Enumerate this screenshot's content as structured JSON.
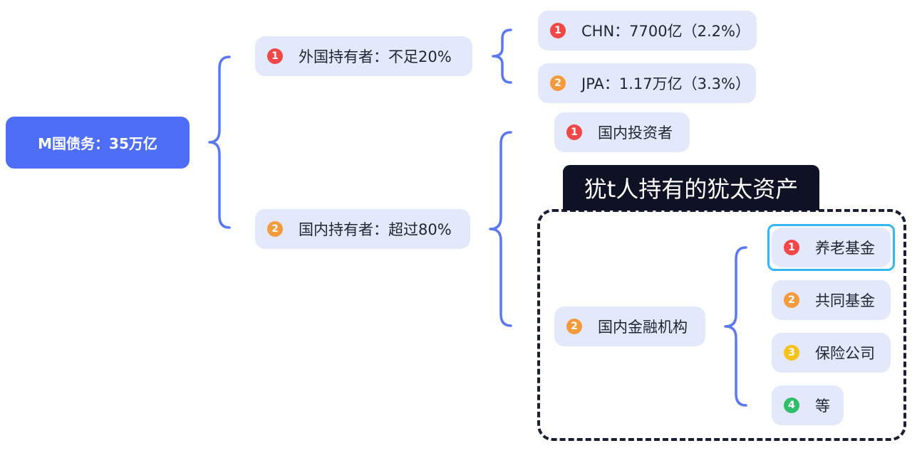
{
  "root": {
    "label": "M国债务：35万亿"
  },
  "foreign": {
    "badge": "1",
    "label": "外国持有者：不足20%",
    "children": [
      {
        "badge": "1",
        "label": "CHN：7700亿（2.2%）"
      },
      {
        "badge": "2",
        "label": "JPA：1.17万亿（3.3%）"
      }
    ]
  },
  "domestic": {
    "badge": "2",
    "label": "国内持有者：超过80%",
    "investors": {
      "badge": "1",
      "label": "国内投资者"
    },
    "institutions": {
      "badge": "2",
      "label": "国内金融机构",
      "children": [
        {
          "badge": "1",
          "label": "养老基金"
        },
        {
          "badge": "2",
          "label": "共同基金"
        },
        {
          "badge": "3",
          "label": "保险公司"
        },
        {
          "badge": "4",
          "label": "等"
        }
      ]
    }
  },
  "banner": {
    "label": "犹t人持有的犹太资产"
  },
  "colors": {
    "root_bg": "#4f6ef7",
    "node_bg": "#e3e8fb",
    "connector": "#5b78f0",
    "badge_1": "#f04848",
    "badge_2": "#f59a3c",
    "badge_3": "#f5c21b",
    "badge_4": "#2fbf6b",
    "highlight": "#34b7ea",
    "dashed_box": "#1b1f33",
    "banner_bg": "#0f1224"
  }
}
